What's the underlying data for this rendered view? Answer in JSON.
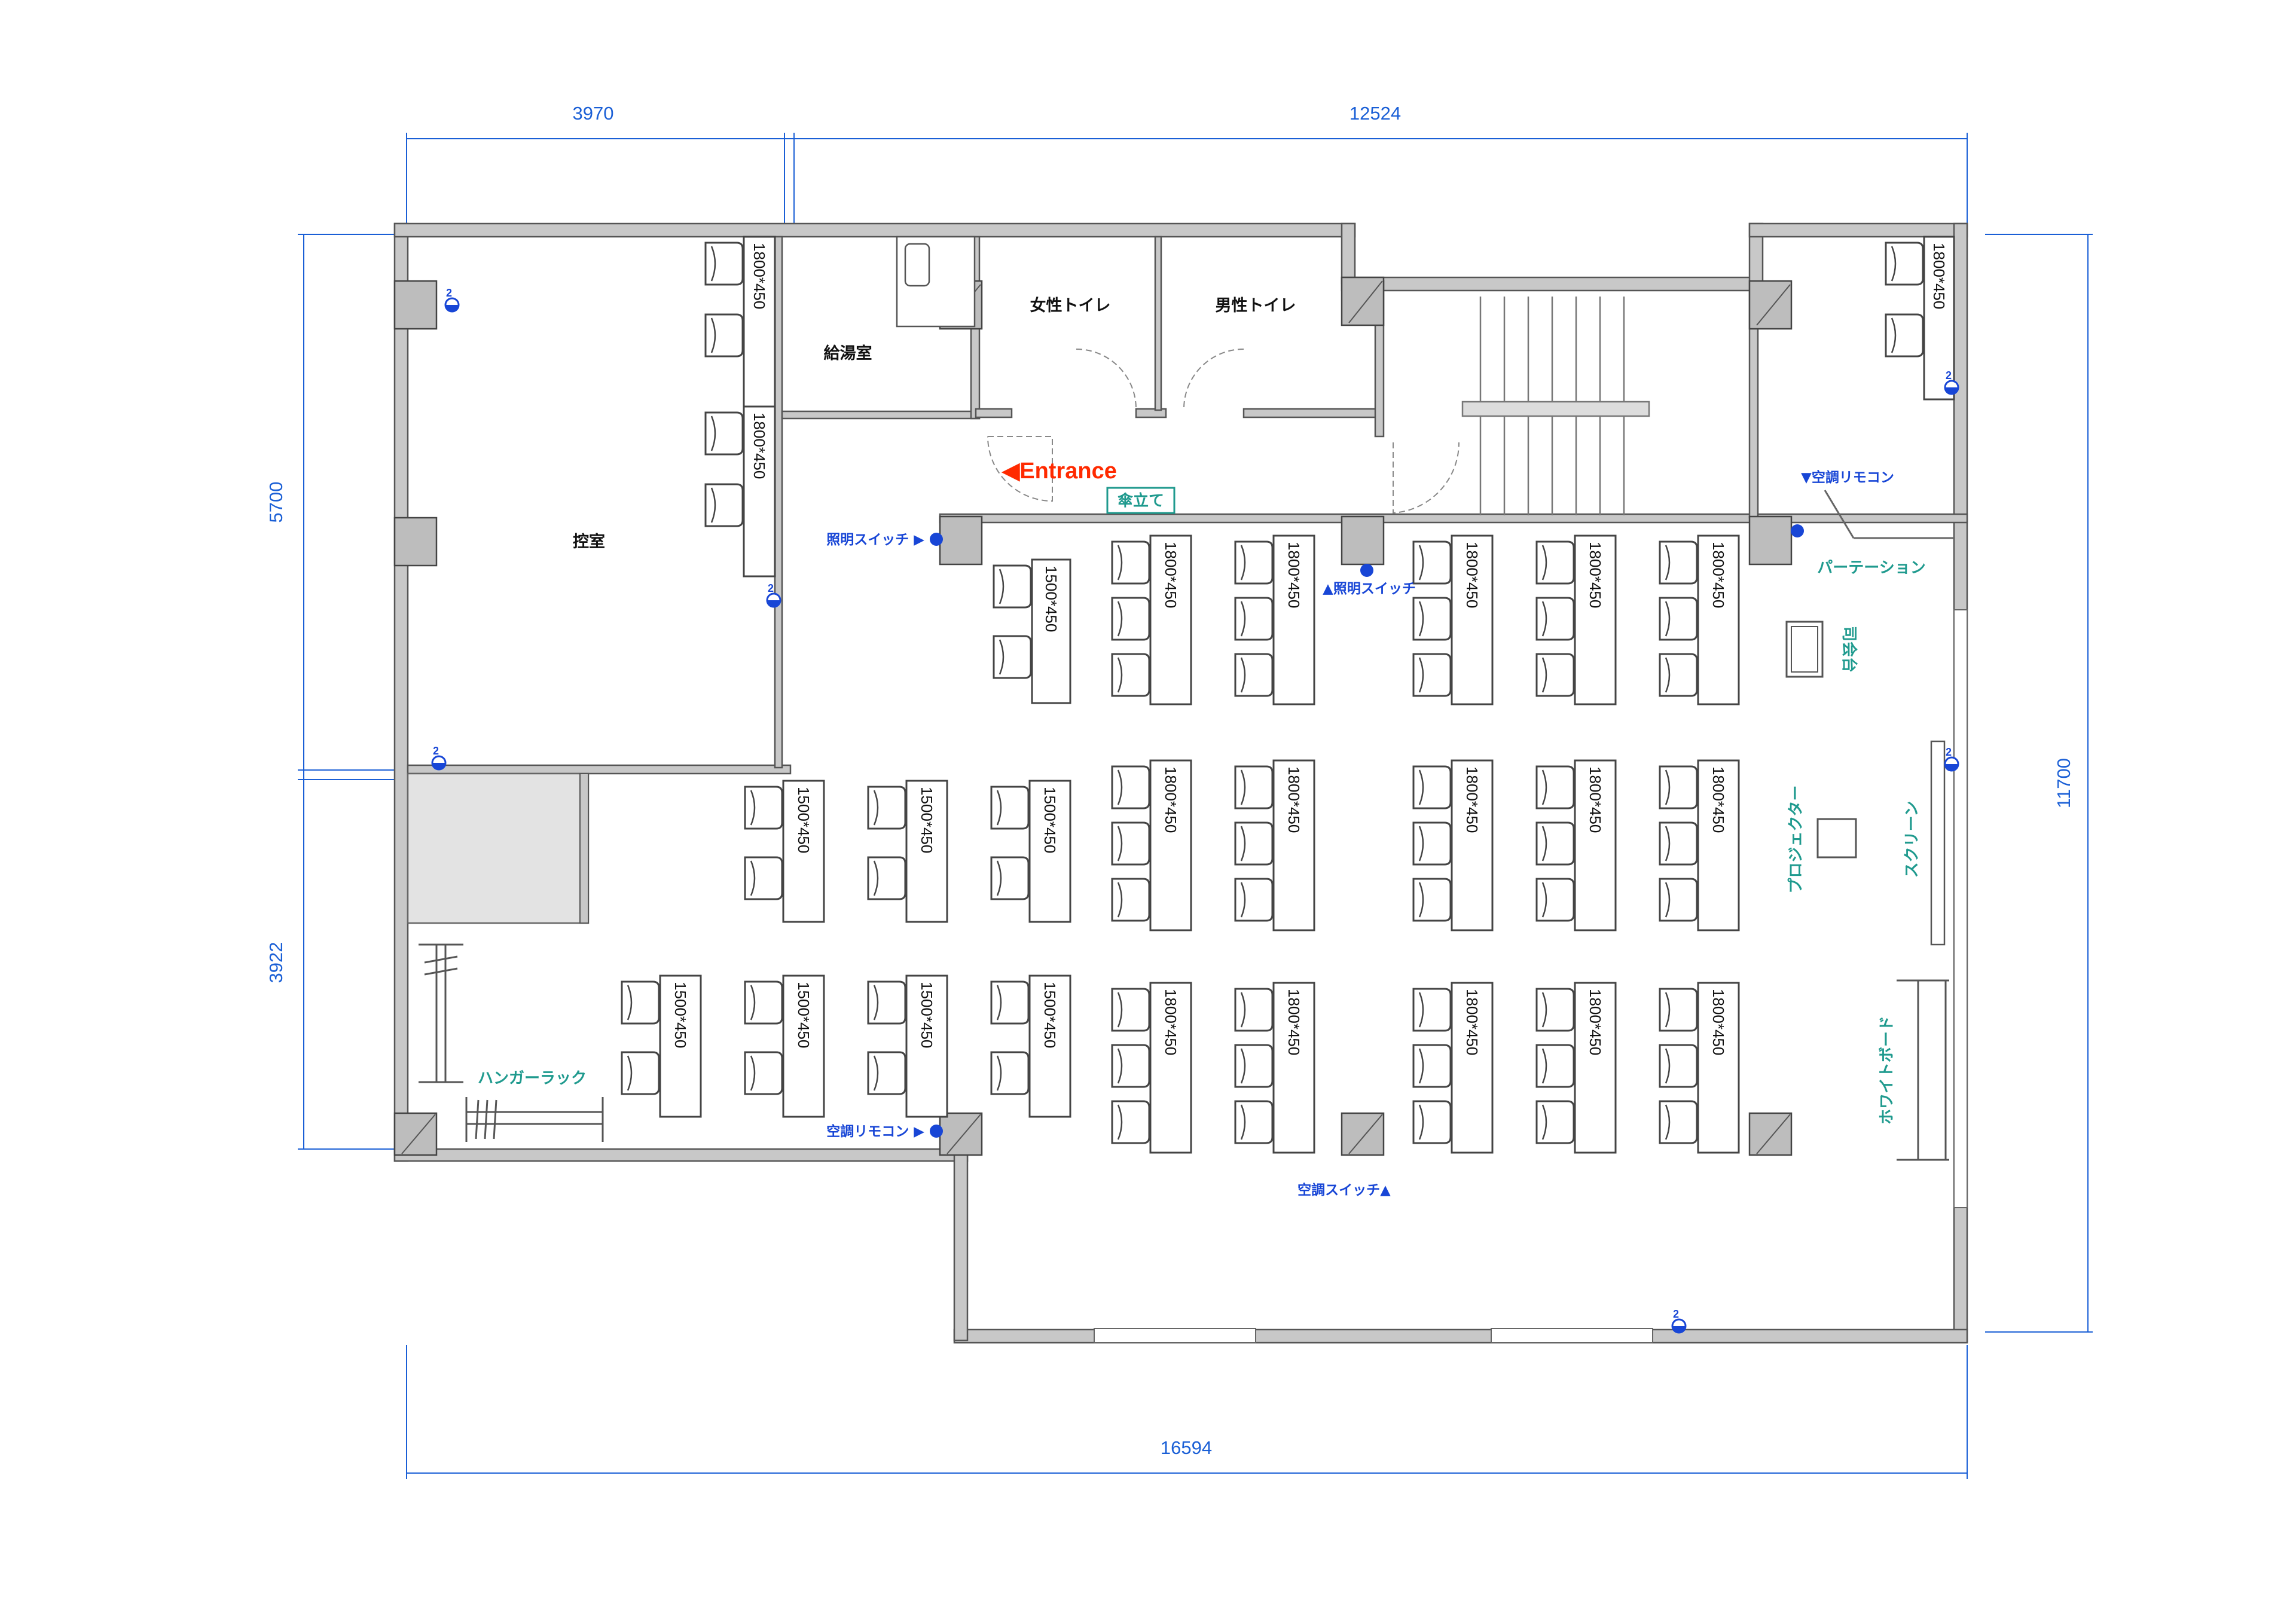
{
  "dimensions": {
    "top_left": "3970",
    "top_right": "12524",
    "left_upper": "5700",
    "left_lower": "3922",
    "right": "11700",
    "bottom": "16594"
  },
  "rooms": {
    "waiting": "控室",
    "kitchen": "給湯室",
    "womens_toilet": "女性トイレ",
    "mens_toilet": "男性トイレ"
  },
  "entrance": "◀Entrance",
  "labels": {
    "umbrella_stand": "傘立て",
    "light_switch_1": "照明スイッチ ▶",
    "light_switch_2": "▲照明スイッチ",
    "ac_remote_1": "▼空調リモコン",
    "ac_remote_2": "空調リモコン ▶",
    "ac_switch": "空調スイッチ▲",
    "partition": "パーテーション",
    "podium": "司会台",
    "projector": "プロジェクター",
    "screen": "スクリーン",
    "whiteboard": "ホワイトボード",
    "hanger_rack": "ハンガーラック"
  },
  "desk_sizes": {
    "large": "1800*450",
    "small": "1500*450"
  },
  "outlet_mark": "2"
}
